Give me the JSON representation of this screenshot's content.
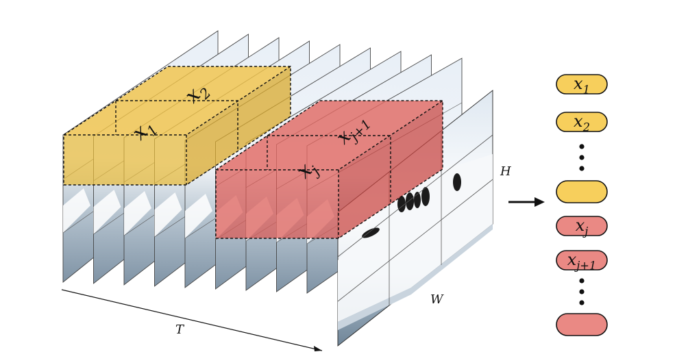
{
  "axes": {
    "time": "T",
    "height": "H",
    "width": "W"
  },
  "tubelets": {
    "yellow": {
      "front_label": "x_1",
      "back_label": "x_2",
      "color": "#f0c34a"
    },
    "red": {
      "front_label": "x_j",
      "back_label": "x_{j+1}",
      "color": "#e06a64"
    }
  },
  "tokens": [
    {
      "label": "x_1",
      "color": "#f7cf5c"
    },
    {
      "label": "x_2",
      "color": "#f7cf5c"
    },
    {
      "label": "",
      "color": "#f7cf5c"
    },
    {
      "label": "x_j",
      "color": "#ea8984"
    },
    {
      "label": "x_{j+1}",
      "color": "#ea8984"
    },
    {
      "label": "",
      "color": "#ea8984"
    }
  ],
  "colors": {
    "frame_top": "#e6eef6",
    "frame_bottom": "#8fa2b3",
    "ice": "#f4f7fa",
    "outline": "#111111"
  }
}
